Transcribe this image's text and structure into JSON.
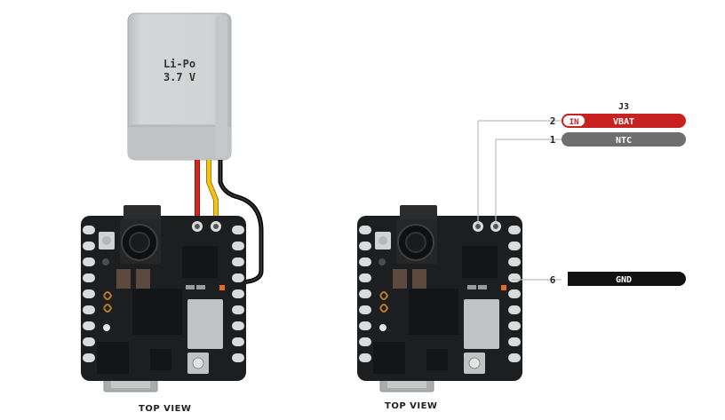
{
  "battery": {
    "chemistry": "Li-Po",
    "voltage": "3.7 V",
    "body_color": "#cdd0d0",
    "wire_colors": [
      "#d6251f",
      "#f2c21b",
      "#1a1a1a"
    ]
  },
  "views": {
    "left_caption": "TOP VIEW",
    "right_caption": "TOP VIEW"
  },
  "connector": {
    "name": "J3",
    "pins": [
      {
        "number": "2",
        "badge": "IN",
        "label": "VBAT",
        "color": "#c72121"
      },
      {
        "number": "1",
        "badge": "",
        "label": "NTC",
        "color": "#6e6e6e"
      },
      {
        "number": "6",
        "badge": "",
        "label": "GND",
        "color": "#111111"
      }
    ]
  },
  "colors": {
    "board": "#1c1e1f",
    "pad": "#d9dbdc",
    "chip": "#141516",
    "shield": "#bfc3c4",
    "leader": "#bdbdbd"
  }
}
